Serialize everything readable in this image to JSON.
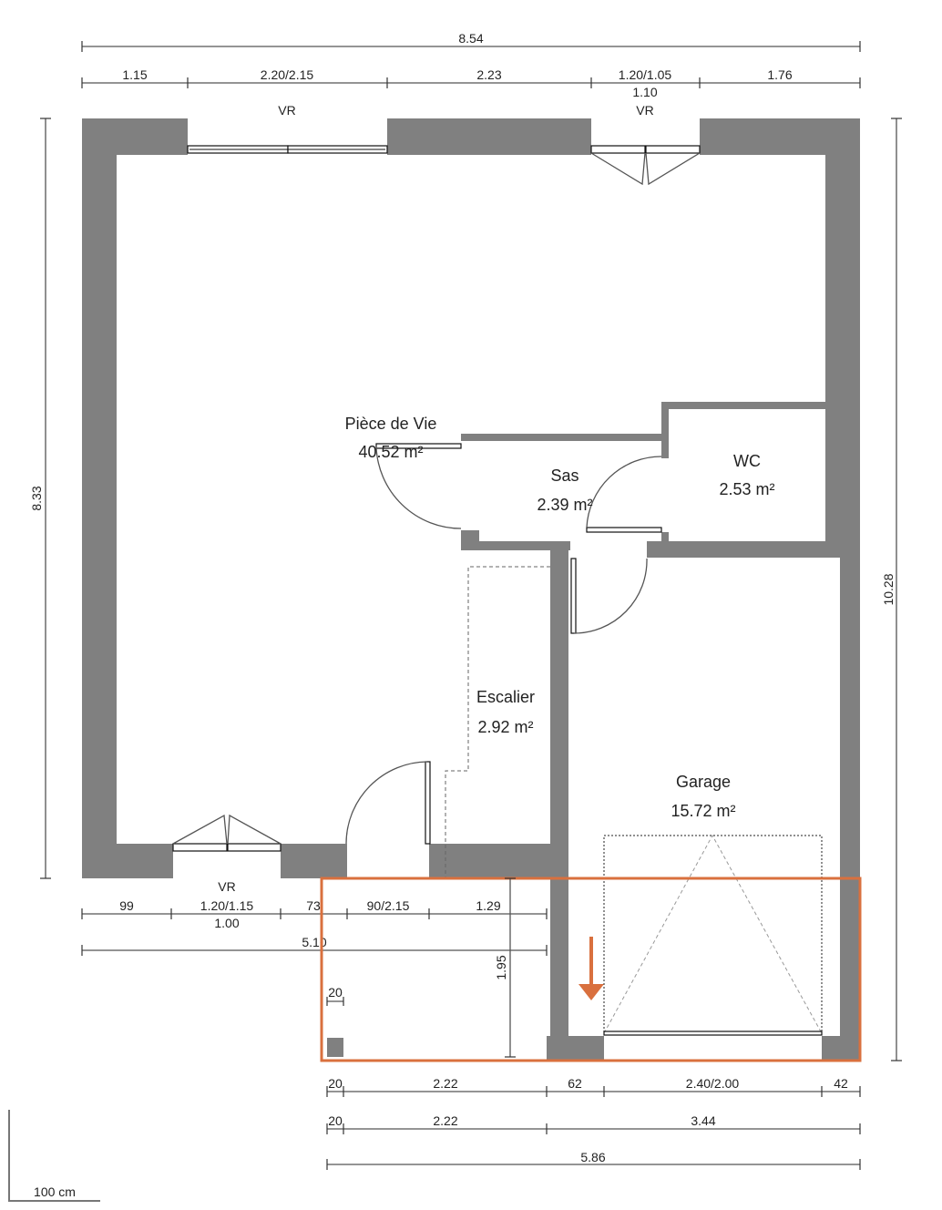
{
  "plan": {
    "rooms": [
      {
        "id": "piece-de-vie",
        "name": "Pièce de Vie",
        "area": "40.52 m²"
      },
      {
        "id": "sas",
        "name": "Sas",
        "area": "2.39 m²"
      },
      {
        "id": "wc",
        "name": "WC",
        "area": "2.53 m²"
      },
      {
        "id": "escalier",
        "name": "Escalier",
        "area": "2.92 m²"
      },
      {
        "id": "garage",
        "name": "Garage",
        "area": "15.72 m²"
      }
    ],
    "window_labels": {
      "top_left": "VR",
      "top_right": "VR",
      "bottom_left": "VR"
    },
    "dimensions": {
      "top_total": "8.54",
      "top_segments": [
        "1.15",
        "2.20/2.15",
        "2.23",
        "1.20/1.05",
        "1.76"
      ],
      "top_window_sub": "1.10",
      "left_total": "8.33",
      "right_total": "10.28",
      "bottom_segments": [
        "99",
        "1.20/1.15",
        "73",
        "90/2.15",
        "1.29"
      ],
      "bottom_window_sub": "1.00",
      "bottom_total": "5.10",
      "selection_height": "1.95",
      "selection_small": "20",
      "garage_segments": [
        "20",
        "2.22",
        "62",
        "2.40/2.00",
        "42"
      ],
      "garage_segments_2": [
        "20",
        "2.22",
        "3.44"
      ],
      "garage_total": "5.86"
    },
    "scale_label": "100 cm"
  },
  "colors": {
    "wall": "#808080",
    "selection": "#d9703e"
  }
}
